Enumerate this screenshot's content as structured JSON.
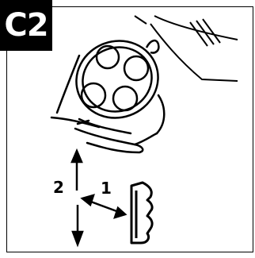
{
  "step": {
    "badge": "C2"
  },
  "labels": {
    "arrow_1": "1",
    "arrow_2": "2"
  },
  "colors": {
    "ink": "#000000",
    "paper": "#ffffff"
  }
}
